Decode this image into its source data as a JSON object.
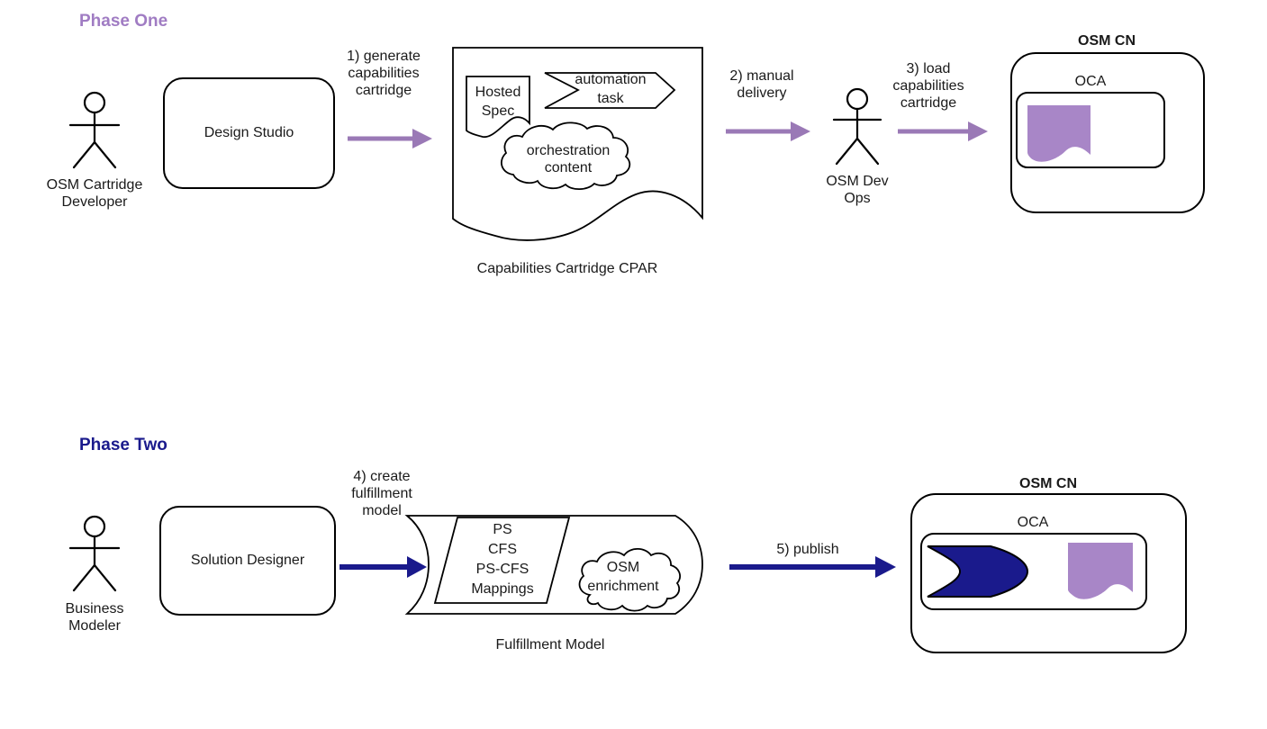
{
  "colors": {
    "purple_title": "#a07cc3",
    "purple_accent": "#9a79b6",
    "purple_fill": "#a886c7",
    "navy": "#1a1a8c",
    "ink": "#1a1a1a",
    "background": "#ffffff"
  },
  "phase_one": {
    "title": "Phase One",
    "developer_label": "OSM Cartridge\nDeveloper",
    "design_studio_label": "Design Studio",
    "step1_label": "1)  generate\ncapabilities\ncartridge",
    "hosted_spec_label": "Hosted\nSpec",
    "automation_task_label": "automation\ntask",
    "orchestration_label": "orchestration\ncontent",
    "cpar_caption": "Capabilities Cartridge CPAR",
    "step2_label": "2) manual\ndelivery",
    "devops_label": "OSM Dev\nOps",
    "step3_label": "3) load\ncapabilities\ncartridge",
    "osm_cn_title": "OSM CN",
    "oca_label": "OCA"
  },
  "phase_two": {
    "title": "Phase Two",
    "modeler_label": "Business\nModeler",
    "solution_designer_label": "Solution Designer",
    "step4_label": "4)  create\nfulfillment\nmodel",
    "mappings_label": "PS\nCFS\nPS-CFS\nMappings",
    "enrichment_label": "OSM\nenrichment",
    "fulfillment_caption": "Fulfillment Model",
    "step5_label": "5) publish",
    "osm_cn_title": "OSM CN",
    "oca_label": "OCA"
  }
}
